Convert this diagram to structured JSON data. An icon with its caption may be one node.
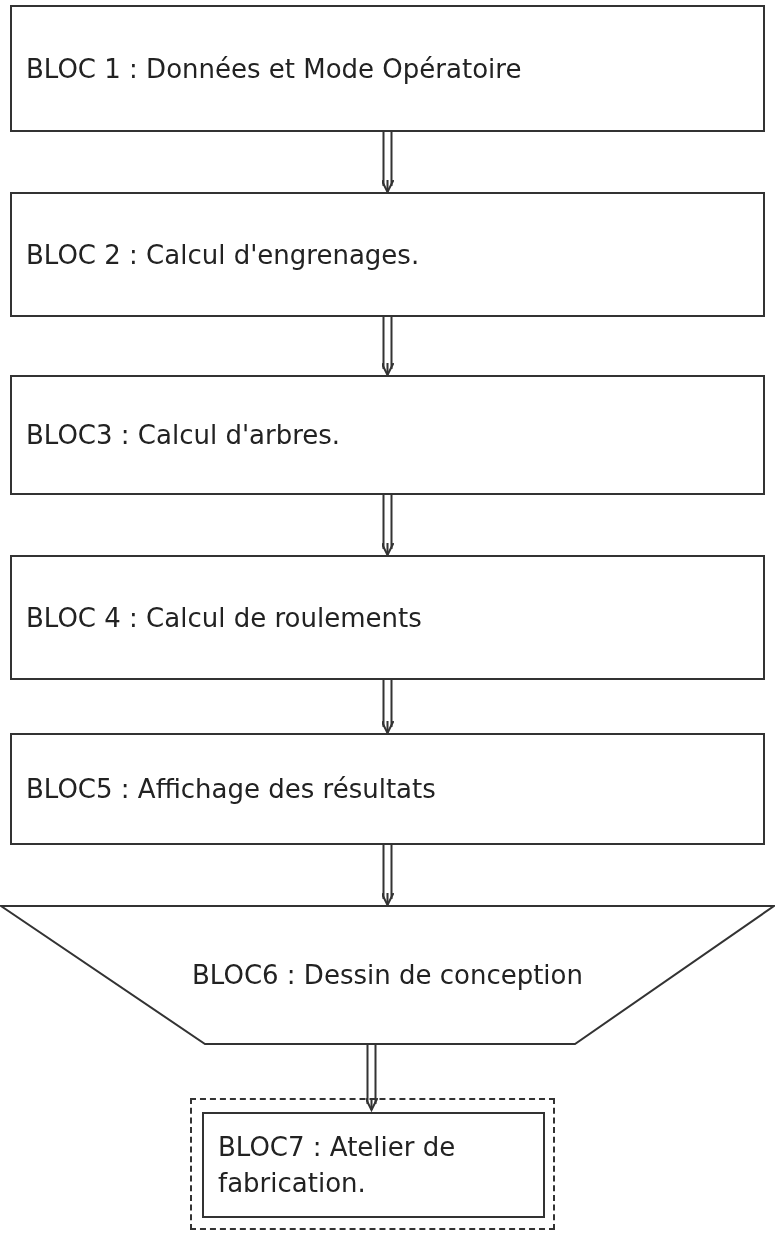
{
  "diagram": {
    "nodes": [
      {
        "text": [
          "BLOC 1 : Données et Mode Opératoire"
        ]
      },
      {
        "text": [
          "BLOC 2 : Calcul d'engrenages."
        ]
      },
      {
        "text": [
          "BLOC3 : Calcul d'arbres."
        ]
      },
      {
        "text": [
          "BLOC 4 : Calcul de roulements"
        ]
      },
      {
        "text": [
          "BLOC5 : Affichage des résultats"
        ]
      },
      {
        "text": [
          "BLOC6 : Dessin de conception"
        ]
      },
      {
        "text": [],
        "shape": "box"
      },
      {
        "text": [
          "BLOC7 : Atelier de fabrication."
        ],
        "in": 6
      }
    ],
    "edges": [
      {
        "from": 0,
        "to": 1,
        "arrow": "to"
      },
      {
        "from": 1,
        "to": 2,
        "arrow": "to"
      },
      {
        "from": 2,
        "to": 3,
        "arrow": "to"
      },
      {
        "from": 3,
        "to": 4,
        "arrow": "to"
      },
      {
        "from": 4,
        "to": 5,
        "arrow": "to"
      },
      {
        "from": 5,
        "to": 7,
        "arrow": "to"
      }
    ]
  }
}
